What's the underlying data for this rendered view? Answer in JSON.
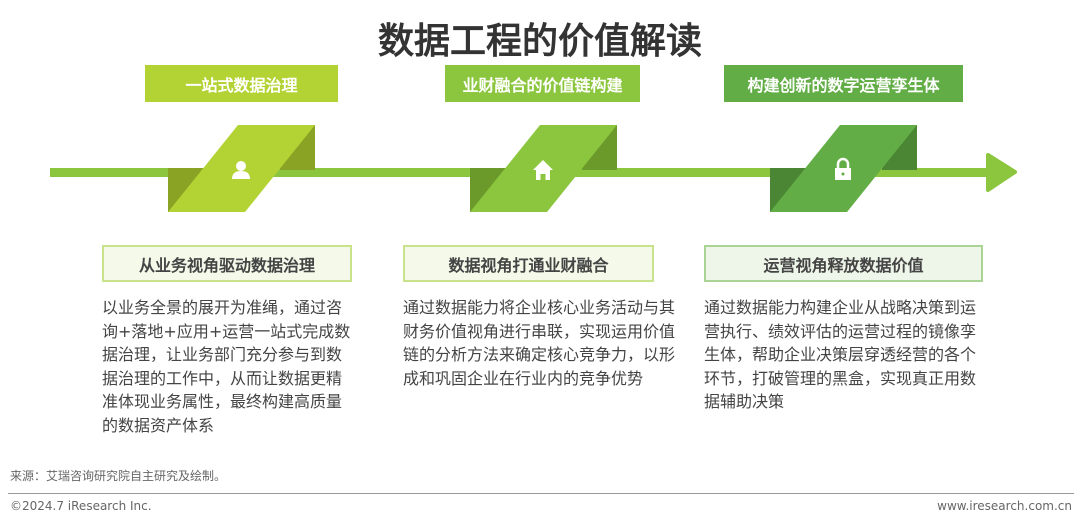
{
  "title": "数据工程的价值解读",
  "stages": [
    {
      "label": "一站式数据治理",
      "icon": "user-icon",
      "heading": "从业务视角驱动数据治理",
      "text": "以业务全景的展开为准绳，通过咨询+落地+应用+运营一站式完成数据治理，让业务部门充分参与到数据治理的工作中，从而让数据更精准体现业务属性，最终构建高质量的数据资产体系",
      "color": "#b3d334",
      "dark": "#8aa324"
    },
    {
      "label": "业财融合的价值链构建",
      "icon": "home-icon",
      "heading": "数据视角打通业财融合",
      "text": "通过数据能力将企业核心业务活动与其财务价值视角进行串联，实现运用价值链的分析方法来确定核心竞争力，以形成和巩固企业在行业内的竞争优势",
      "color": "#8cc63f",
      "dark": "#6b9a2b"
    },
    {
      "label": "构建创新的数字运营孪生体",
      "icon": "lock-icon",
      "heading": "运营视角释放数据价值",
      "text": "通过数据能力构建企业从战略决策到运营执行、绩效评估的运营过程的镜像孪生体，帮助企业决策层穿透经营的各个环节，打破管理的黑盒，实现真正用数据辅助决策",
      "color": "#62ad46",
      "dark": "#4a8634"
    }
  ],
  "source": "来源：艾瑞咨询研究院自主研究及绘制。",
  "copyright": "©2024.7 iResearch Inc.",
  "website": "www.iresearch.com.cn"
}
